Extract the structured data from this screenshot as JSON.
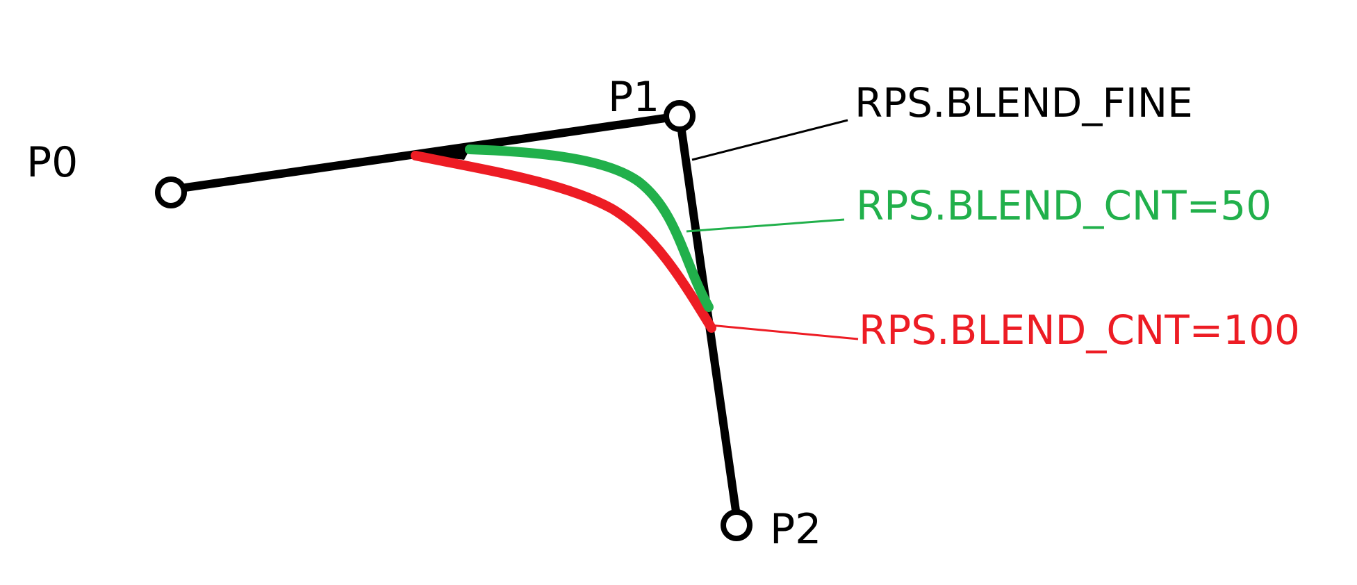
{
  "points": {
    "p0": "P0",
    "p1": "P1",
    "p2": "P2"
  },
  "labels": {
    "fine": "RPS.BLEND_FINE",
    "cnt50": "RPS.BLEND_CNT=50",
    "cnt100": "RPS.BLEND_CNT=100"
  },
  "colors": {
    "path": "#000000",
    "fine": "#000000",
    "cnt50": "#21b04b",
    "cnt100": "#ed1c24",
    "background": "#ffffff"
  }
}
